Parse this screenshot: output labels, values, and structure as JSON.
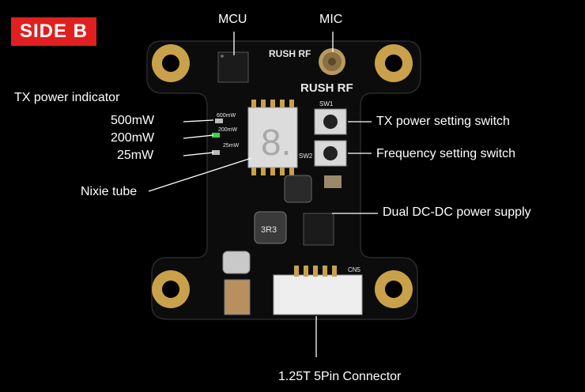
{
  "badge": "SIDE B",
  "labels": {
    "mcu": "MCU",
    "mic": "MIC",
    "tx_power_indicator": "TX power indicator",
    "p500": "500mW",
    "p200": "200mW",
    "p25": "25mW",
    "nixie": "Nixie tube",
    "tx_switch": "TX power setting switch",
    "freq_switch": "Frequency setting switch",
    "dcdc": "Dual DC-DC power supply",
    "connector": "1.25T 5Pin Connector"
  },
  "silkscreen": {
    "brand_small": "RUSH RF",
    "brand_large": "RUSH RF",
    "sw1": "SW1",
    "sw2": "SW2",
    "cn5": "CN5",
    "mw600": "600mW",
    "mw200": "200mW",
    "mw25": "25mW",
    "inductor": "3R3",
    "digit": "8."
  },
  "colors": {
    "badge": "#e02020",
    "pcb": "#0c0c0c",
    "gold": "#c9a14a",
    "led_green": "#3fd24a"
  }
}
